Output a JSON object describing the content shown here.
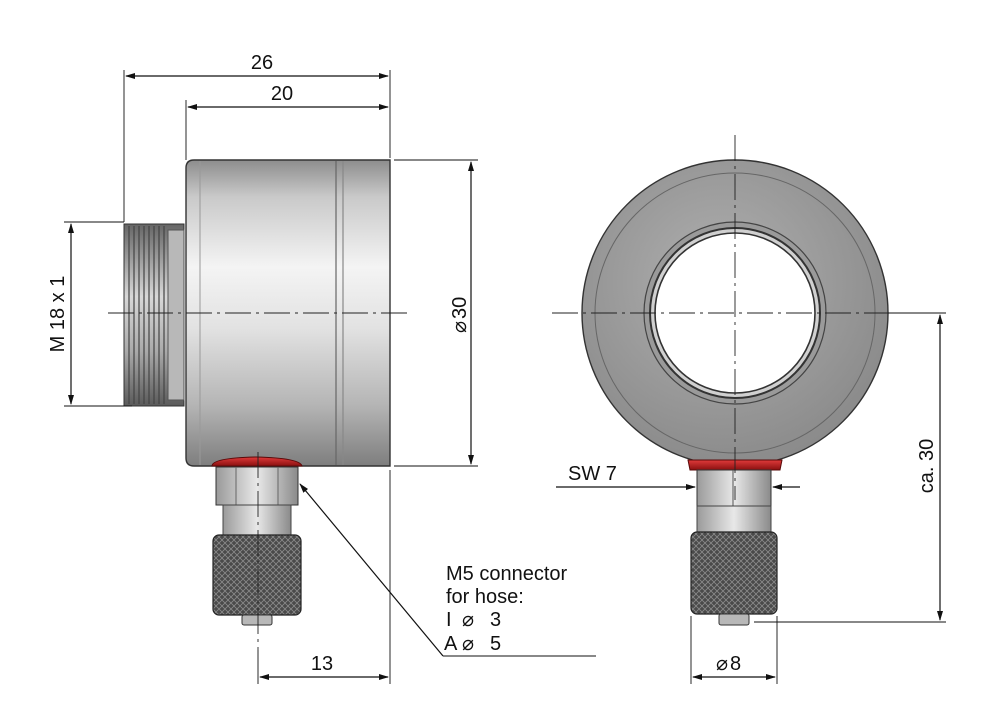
{
  "dimensions": {
    "overall_length": "26",
    "body_length": "20",
    "thread": "M 18 x 1",
    "diameter_body": "30",
    "diameter_symbol": "⌀",
    "connector_offset": "13",
    "wrench_size": "SW 7",
    "height": "ca. 30",
    "diameter_connector": "8"
  },
  "callout": {
    "line1": "M5 connector",
    "line2": "for hose:",
    "inner_label": "I",
    "inner_value": "3",
    "outer_label": "A",
    "outer_value": "5"
  },
  "colors": {
    "red_seal": "#b01a1a",
    "metal": "#c8c8c8",
    "knurl": "#3a3a3a"
  }
}
